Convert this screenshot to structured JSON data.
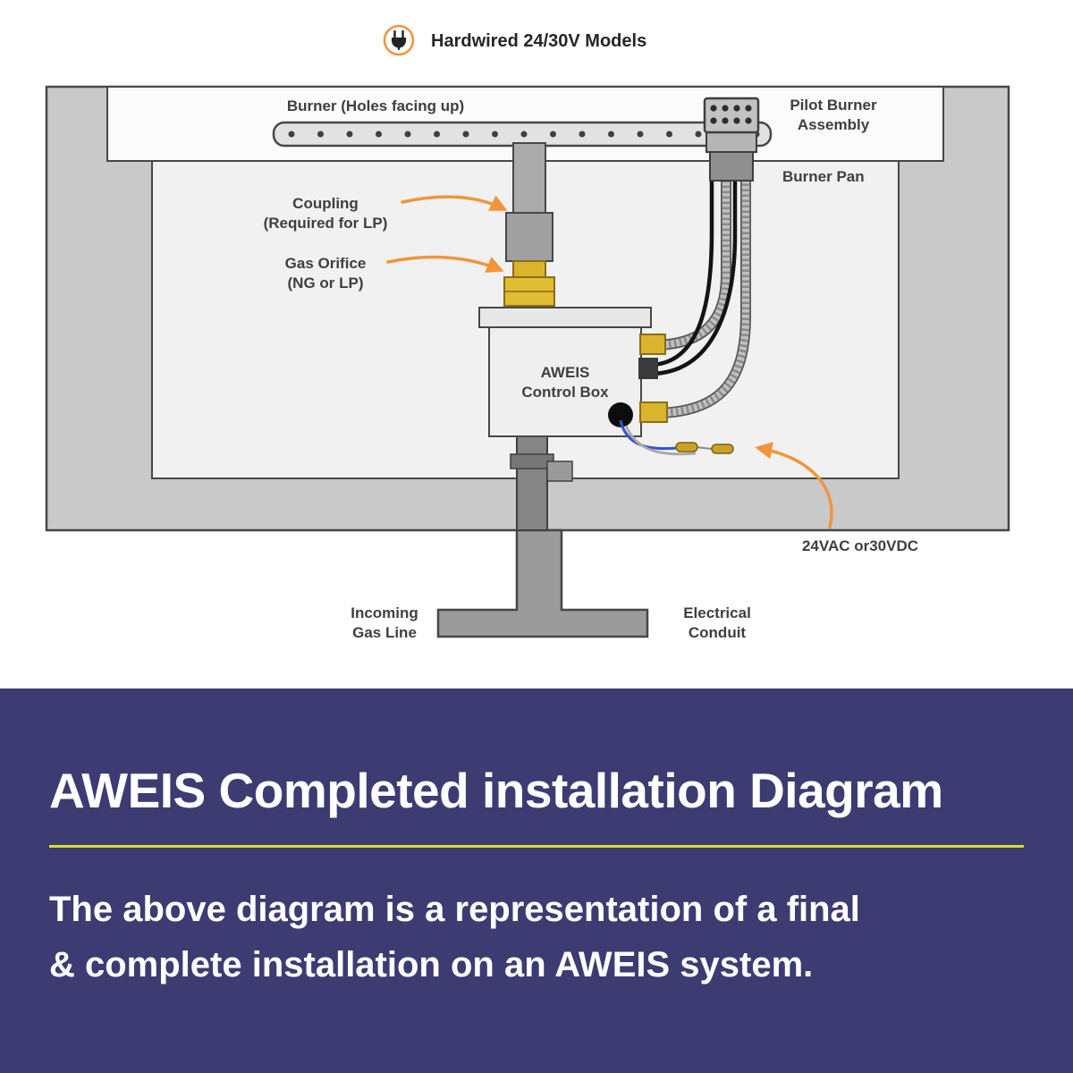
{
  "header": {
    "icon": "power-plug-icon",
    "title": "Hardwired 24/30V Models"
  },
  "diagram": {
    "labels": {
      "burner": "Burner (Holes facing up)",
      "pilot_burner_line1": "Pilot Burner",
      "pilot_burner_line2": "Assembly",
      "burner_pan": "Burner Pan",
      "coupling_line1": "Coupling",
      "coupling_line2": "(Required for LP)",
      "gas_orifice_line1": "Gas Orifice",
      "gas_orifice_line2": "(NG or LP)",
      "control_box_line1": "AWEIS",
      "control_box_line2": "Control Box",
      "voltage": "24VAC or30VDC",
      "incoming_gas_line1": "Incoming",
      "incoming_gas_line2": "Gas Line",
      "electrical_conduit_line1": "Electrical",
      "electrical_conduit_line2": "Conduit"
    }
  },
  "footer": {
    "title": "AWEIS Completed installation Diagram",
    "description_line1": "The above diagram is a representation of a final",
    "description_line2": "& complete installation on an AWEIS system."
  },
  "colors": {
    "footer_background": "#3c3c72",
    "divider_line": "#d5df2e",
    "accent_orange": "#f0953c",
    "brass_fitting": "#d9b42c",
    "label_text": "#3f3f3f"
  }
}
